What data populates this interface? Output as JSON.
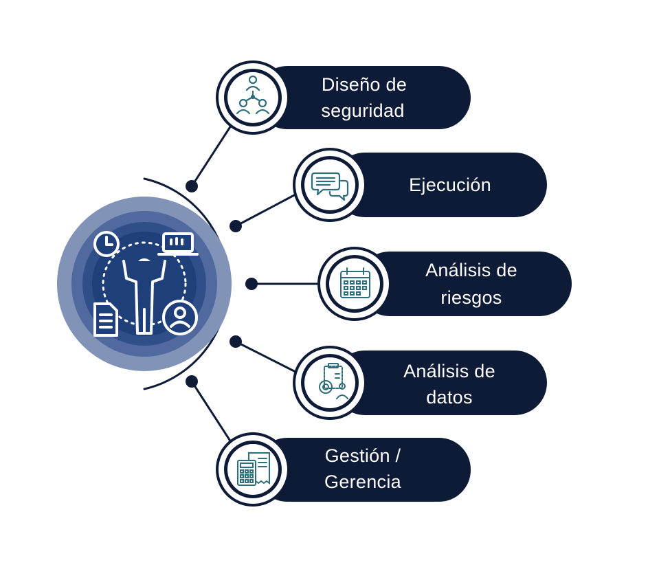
{
  "colors": {
    "navy": "#0d1b36",
    "hub_outer": "#8193b7",
    "hub_mid": "#506a9f",
    "hub_inner": "#2f4e8a",
    "hub_core": "#1e3f7a",
    "icon_teal": "#2e6e7a",
    "white": "#ffffff"
  },
  "hub": {
    "icon": "team-member-with-clock-laptop-document-user-icon"
  },
  "items": [
    {
      "line1": "Diseño de",
      "line2": "seguridad",
      "icon": "network-users-icon"
    },
    {
      "line1": "Ejecución",
      "line2": "",
      "icon": "chat-bubbles-icon"
    },
    {
      "line1": "Análisis de",
      "line2": "riesgos",
      "icon": "calendar-icon"
    },
    {
      "line1": "Análisis de",
      "line2": "datos",
      "icon": "data-analysis-gear-icon"
    },
    {
      "line1": "Gestión /",
      "line2": "Gerencia",
      "icon": "invoice-calculator-icon"
    }
  ]
}
